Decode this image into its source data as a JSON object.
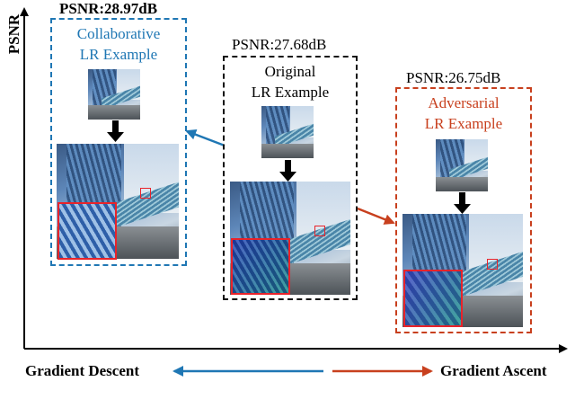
{
  "y_axis_label": "PSNR",
  "collaborative": {
    "psnr": "PSNR:28.97dB",
    "title_line1": "Collaborative",
    "title_line2": "LR Example"
  },
  "original": {
    "psnr": "PSNR:27.68dB",
    "title_line1": "Original",
    "title_line2": "LR Example"
  },
  "adversarial": {
    "psnr": "PSNR:26.75dB",
    "title_line1": "Adversarial",
    "title_line2": "LR Example"
  },
  "bottom": {
    "descent_label": "Gradient Descent",
    "ascent_label": "Gradient Ascent"
  },
  "colors": {
    "collaborative": "#1f77b4",
    "original": "#111111",
    "adversarial": "#c8401e",
    "zoom_border": "#e8232a"
  }
}
